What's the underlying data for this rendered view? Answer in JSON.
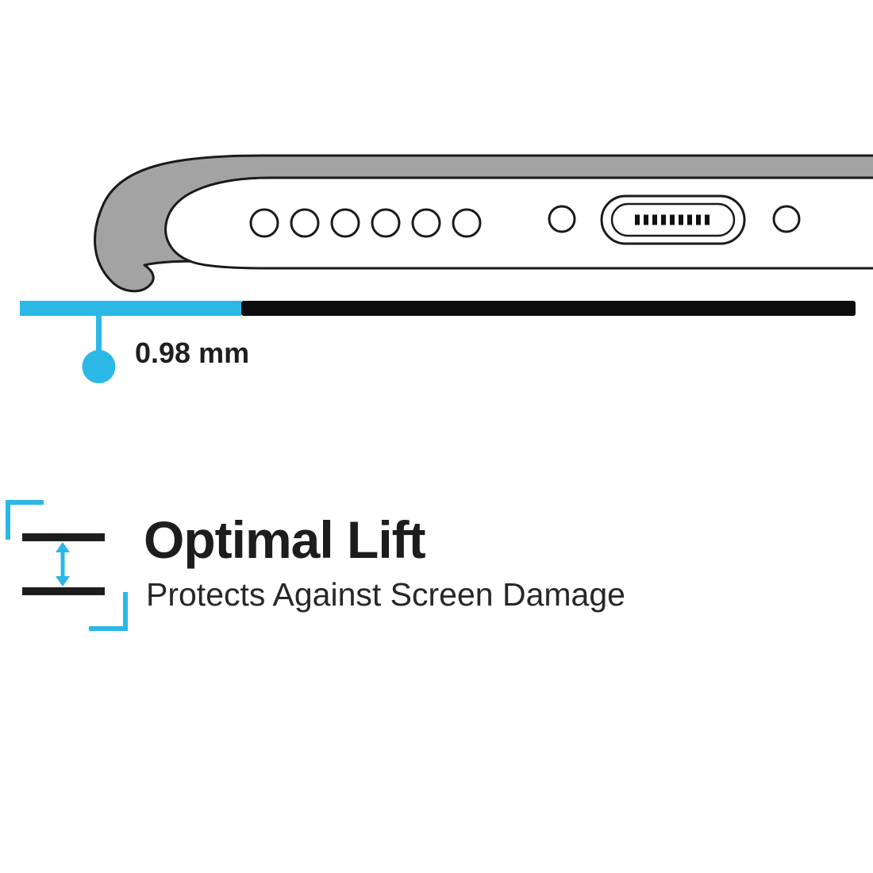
{
  "colors": {
    "accent": "#2bb8e6",
    "ink": "#1d1d1d",
    "case_gray": "#a3a3a3",
    "outline": "#1a1a1a"
  },
  "illustration": {
    "description": "Side view of phone bottom edge inside a raised-lip case",
    "speaker_hole_count": 6,
    "measurement": {
      "label": "0.98 mm"
    }
  },
  "feature": {
    "title": "Optimal Lift",
    "subtitle": "Protects Against Screen Damage"
  },
  "icons": {
    "phone_illustration": "phone-bottom-edge-illustration",
    "lift_gap": "lift-gap-icon"
  }
}
